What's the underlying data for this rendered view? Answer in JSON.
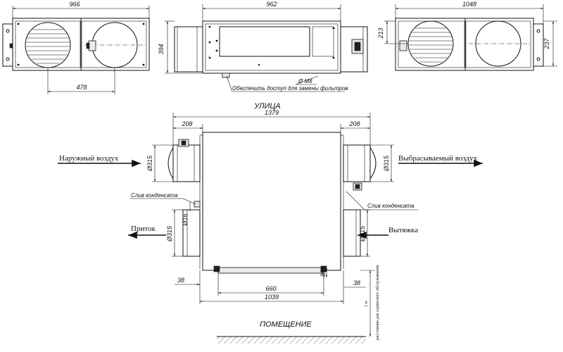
{
  "dimensions": {
    "front_width": "966",
    "front_spacing": "478",
    "side_width": "962",
    "side_height": "394",
    "side_thread": "Ø M8",
    "rear_width": "1048",
    "rear_height1": "213",
    "rear_height2": "237",
    "top_overall": "1379",
    "top_left_spigot": "208",
    "top_right_spigot": "208",
    "top_d315_left_top": "Ø315",
    "top_d315_right_top": "Ø315",
    "top_d315_left_bottom": "Ø315",
    "top_d315_right_bottom": "Ø315",
    "top_d16": "Ø16",
    "top_38_left": "38",
    "top_38_right": "38",
    "top_85": "85",
    "top_660": "660",
    "top_1039": "1039"
  },
  "labels": {
    "filter_access": "Обеспечить доступ для замены фильтров",
    "street": "УЛИЦА",
    "room": "ПОМЕЩЕНИЕ",
    "condensate_left": "Слив конденсата",
    "condensate_right": "Слив конденсата",
    "service_distance": "1 м",
    "service_note": "расстояние для сервисного обслуживания"
  },
  "airflows": {
    "outdoor_air": "Наружный воздух",
    "exhaust_air": "Выбрасываемый воздух",
    "supply": "Приток",
    "extract": "Вытяжка"
  }
}
